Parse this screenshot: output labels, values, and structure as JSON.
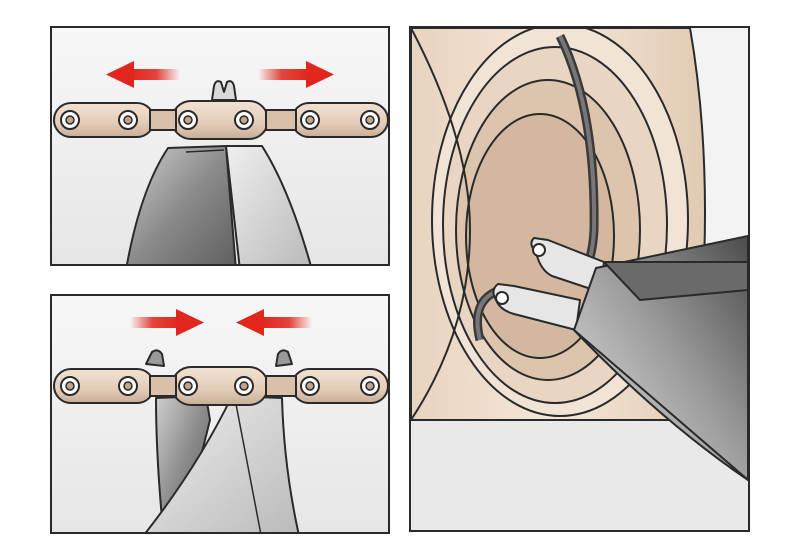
{
  "figure": {
    "panels": [
      {
        "name": "open-chain-link-panel",
        "arrows": "outward"
      },
      {
        "name": "close-chain-link-panel",
        "arrows": "inward"
      },
      {
        "name": "snap-ring-removal-panel"
      }
    ],
    "colors": {
      "outline": "#2a2a2a",
      "panel_background": "#ececec",
      "arrow": "#e0261d",
      "chain_plate": "#e7d3c1",
      "chain_plate_shade": "#c9ae98",
      "pliers_dark": "#7d7d7d",
      "pliers_light": "#d5d5d5",
      "bearing_outer": "#efe0cf",
      "bearing_inner": "#d9c3ad",
      "snap_ring": "#555555"
    },
    "icons": [
      "arrow-left-icon",
      "arrow-right-icon",
      "pliers-icon",
      "chain-icon",
      "snap-ring-icon"
    ]
  }
}
